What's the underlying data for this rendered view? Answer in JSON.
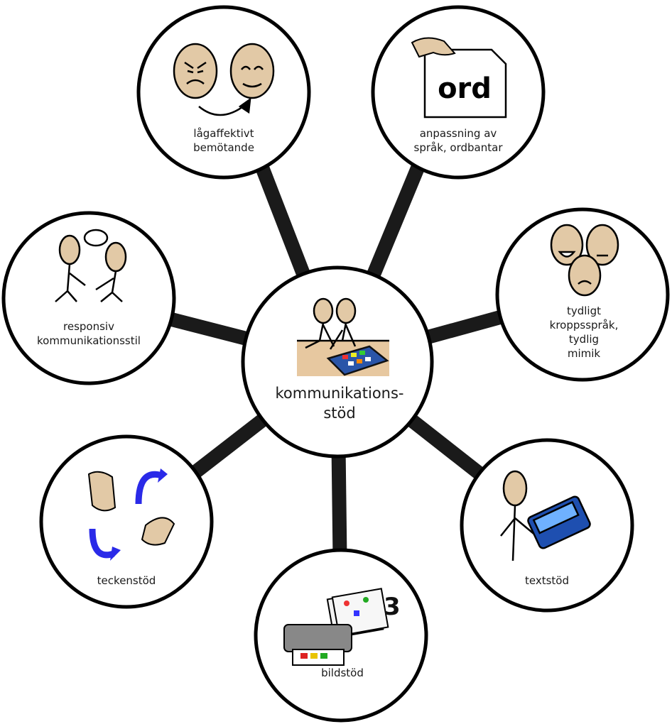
{
  "diagram": {
    "center": {
      "label": "kommunikations-\nstöd"
    },
    "nodes": [
      {
        "id": "lagaffektivt",
        "label": "lågaffektivt\nbemötande"
      },
      {
        "id": "anpassning",
        "label": "anpassning av\nspråk, ordbantar"
      },
      {
        "id": "tydligt",
        "label": "tydligt\nkroppsspråk, tydlig\nmimik"
      },
      {
        "id": "textstod",
        "label": "textstöd"
      },
      {
        "id": "bildstod",
        "label": "bildstöd"
      },
      {
        "id": "teckenstod",
        "label": "teckenstöd"
      },
      {
        "id": "responsiv",
        "label": "responsiv\nkommunikationsstil"
      }
    ],
    "symbol_texts": {
      "ord_card": "ord",
      "number_badge": "3"
    },
    "colors": {
      "outline": "#000000",
      "skin": "#e2c9a6",
      "arrow_blue": "#2a2ae8",
      "screen_blue": "#3b7ee0"
    }
  }
}
